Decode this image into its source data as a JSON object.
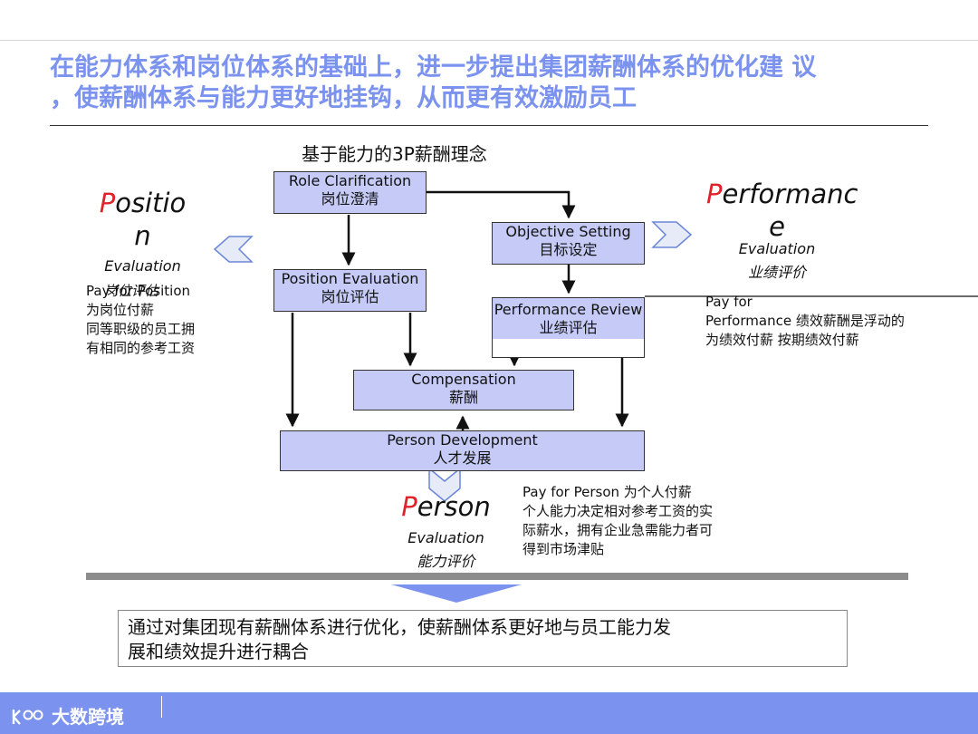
{
  "header": {
    "title_line1": "在能力体系和岗位体系的基础上，进一步提出集团薪酬体系的优化建 议",
    "title_line2": "，使薪酬体系与能力更好地挂钩，从而更有效激励员工"
  },
  "diagram": {
    "subtitle": "基于能力的3P薪酬理念",
    "boxes": {
      "role_clarification": {
        "en": "Role Clarification",
        "zh": "岗位澄清"
      },
      "objective_setting": {
        "en": "Objective Setting",
        "zh": "目标设定"
      },
      "position_evaluation": {
        "en": "Position Evaluation",
        "zh": "岗位评估"
      },
      "performance_review": {
        "en": "Performance Review",
        "zh": "业绩评估"
      },
      "compensation": {
        "en": "Compensation",
        "zh": "薪酬"
      },
      "person_development": {
        "en": "Person Development",
        "zh": "人才发展"
      }
    },
    "position": {
      "cap": "P",
      "rest1": "ositio",
      "rest2": "n",
      "eval_en": "Evaluation",
      "eval_zh": "岗位评估",
      "desc_line1": "Pay for Position",
      "desc_line2": "为岗位付薪",
      "desc_line3": "同等职级的员工拥",
      "desc_line4": "有相同的参考工资"
    },
    "performance": {
      "cap": "P",
      "rest1": "erformanc",
      "rest2": "e",
      "eval_en": "Evaluation",
      "eval_zh": "业绩评价",
      "desc_line1": "Pay for",
      "desc_line2": "Performance 绩效薪酬是浮动的",
      "desc_line3": "为绩效付薪 按期绩效付薪"
    },
    "person": {
      "cap": "P",
      "rest": "erson",
      "eval_en": "Evaluation",
      "eval_zh": "能力评价",
      "desc_line1": "Pay for Person 为个人付薪",
      "desc_line2": "个人能力决定相对参考工资的实",
      "desc_line3": "际薪水，拥有企业急需能力者可",
      "desc_line4": "得到市场津贴"
    }
  },
  "conclusion": {
    "line1": "通过对集团现有薪酬体系进行优化，使薪酬体系更好地与员工能力发",
    "line2": "展和绩效提升进行耦合"
  },
  "footer": {
    "logo_text": "大数跨境"
  },
  "colors": {
    "accent": "#7b93ee",
    "box_fill": "#c5cbf6",
    "red": "#e0232a"
  }
}
